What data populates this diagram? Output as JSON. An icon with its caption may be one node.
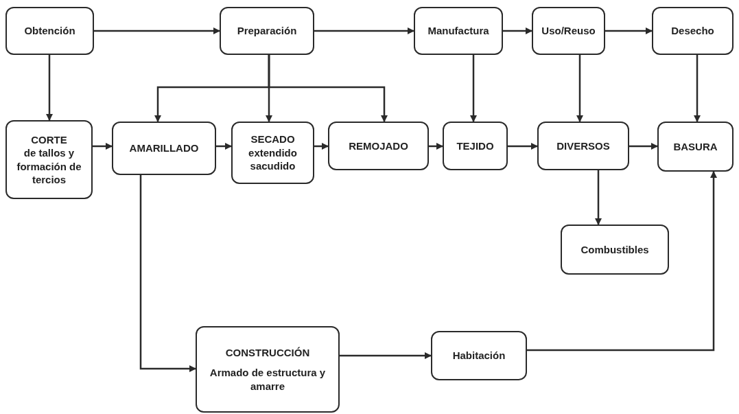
{
  "diagram": {
    "nodes": [
      {
        "text": [
          "Obtención"
        ]
      },
      {
        "text": [
          "Preparación"
        ]
      },
      {
        "text": [
          "Manufactura"
        ]
      },
      {
        "text": [
          "Uso/Reuso"
        ]
      },
      {
        "text": [
          "Desecho"
        ]
      },
      {
        "text": [
          "CORTE",
          "de tallos y formación de tercios"
        ]
      },
      {
        "text": [
          "AMARILLADO"
        ]
      },
      {
        "text": [
          "SECADO",
          "extendido sacudido"
        ]
      },
      {
        "text": [
          "REMOJADO"
        ]
      },
      {
        "text": [
          "TEJIDO"
        ]
      },
      {
        "text": [
          "DIVERSOS"
        ]
      },
      {
        "text": [
          "BASURA"
        ]
      },
      {
        "text": [
          "Combustibles"
        ]
      },
      {
        "text": [
          "CONSTRUCCIÓN",
          "Armado de estructura y amarre"
        ]
      },
      {
        "text": [
          "Habitación"
        ]
      }
    ],
    "edges": [
      {
        "from": 0,
        "to": 1,
        "arrow": "to"
      },
      {
        "from": 1,
        "to": 2,
        "arrow": "to"
      },
      {
        "from": 2,
        "to": 3,
        "arrow": "to"
      },
      {
        "from": 3,
        "to": 4,
        "arrow": "to"
      },
      {
        "from": 0,
        "to": 5,
        "arrow": "to"
      },
      {
        "from": 1,
        "to": 6,
        "arrow": "to"
      },
      {
        "from": 1,
        "to": 7,
        "arrow": "to"
      },
      {
        "from": 1,
        "to": 8,
        "arrow": "to"
      },
      {
        "from": 2,
        "to": 9,
        "arrow": "to"
      },
      {
        "from": 3,
        "to": 10,
        "arrow": "to"
      },
      {
        "from": 4,
        "to": 11,
        "arrow": "to"
      },
      {
        "from": 5,
        "to": 6,
        "arrow": "to"
      },
      {
        "from": 6,
        "to": 7,
        "arrow": "to"
      },
      {
        "from": 7,
        "to": 8,
        "arrow": "to"
      },
      {
        "from": 8,
        "to": 9,
        "arrow": "to"
      },
      {
        "from": 9,
        "to": 10,
        "arrow": "to"
      },
      {
        "from": 10,
        "to": 11,
        "arrow": "to"
      },
      {
        "from": 10,
        "to": 12,
        "arrow": "to"
      },
      {
        "from": 6,
        "to": 13,
        "arrow": "to"
      },
      {
        "from": 13,
        "to": 14,
        "arrow": "to"
      },
      {
        "from": 14,
        "to": 11,
        "arrow": "to"
      }
    ]
  }
}
